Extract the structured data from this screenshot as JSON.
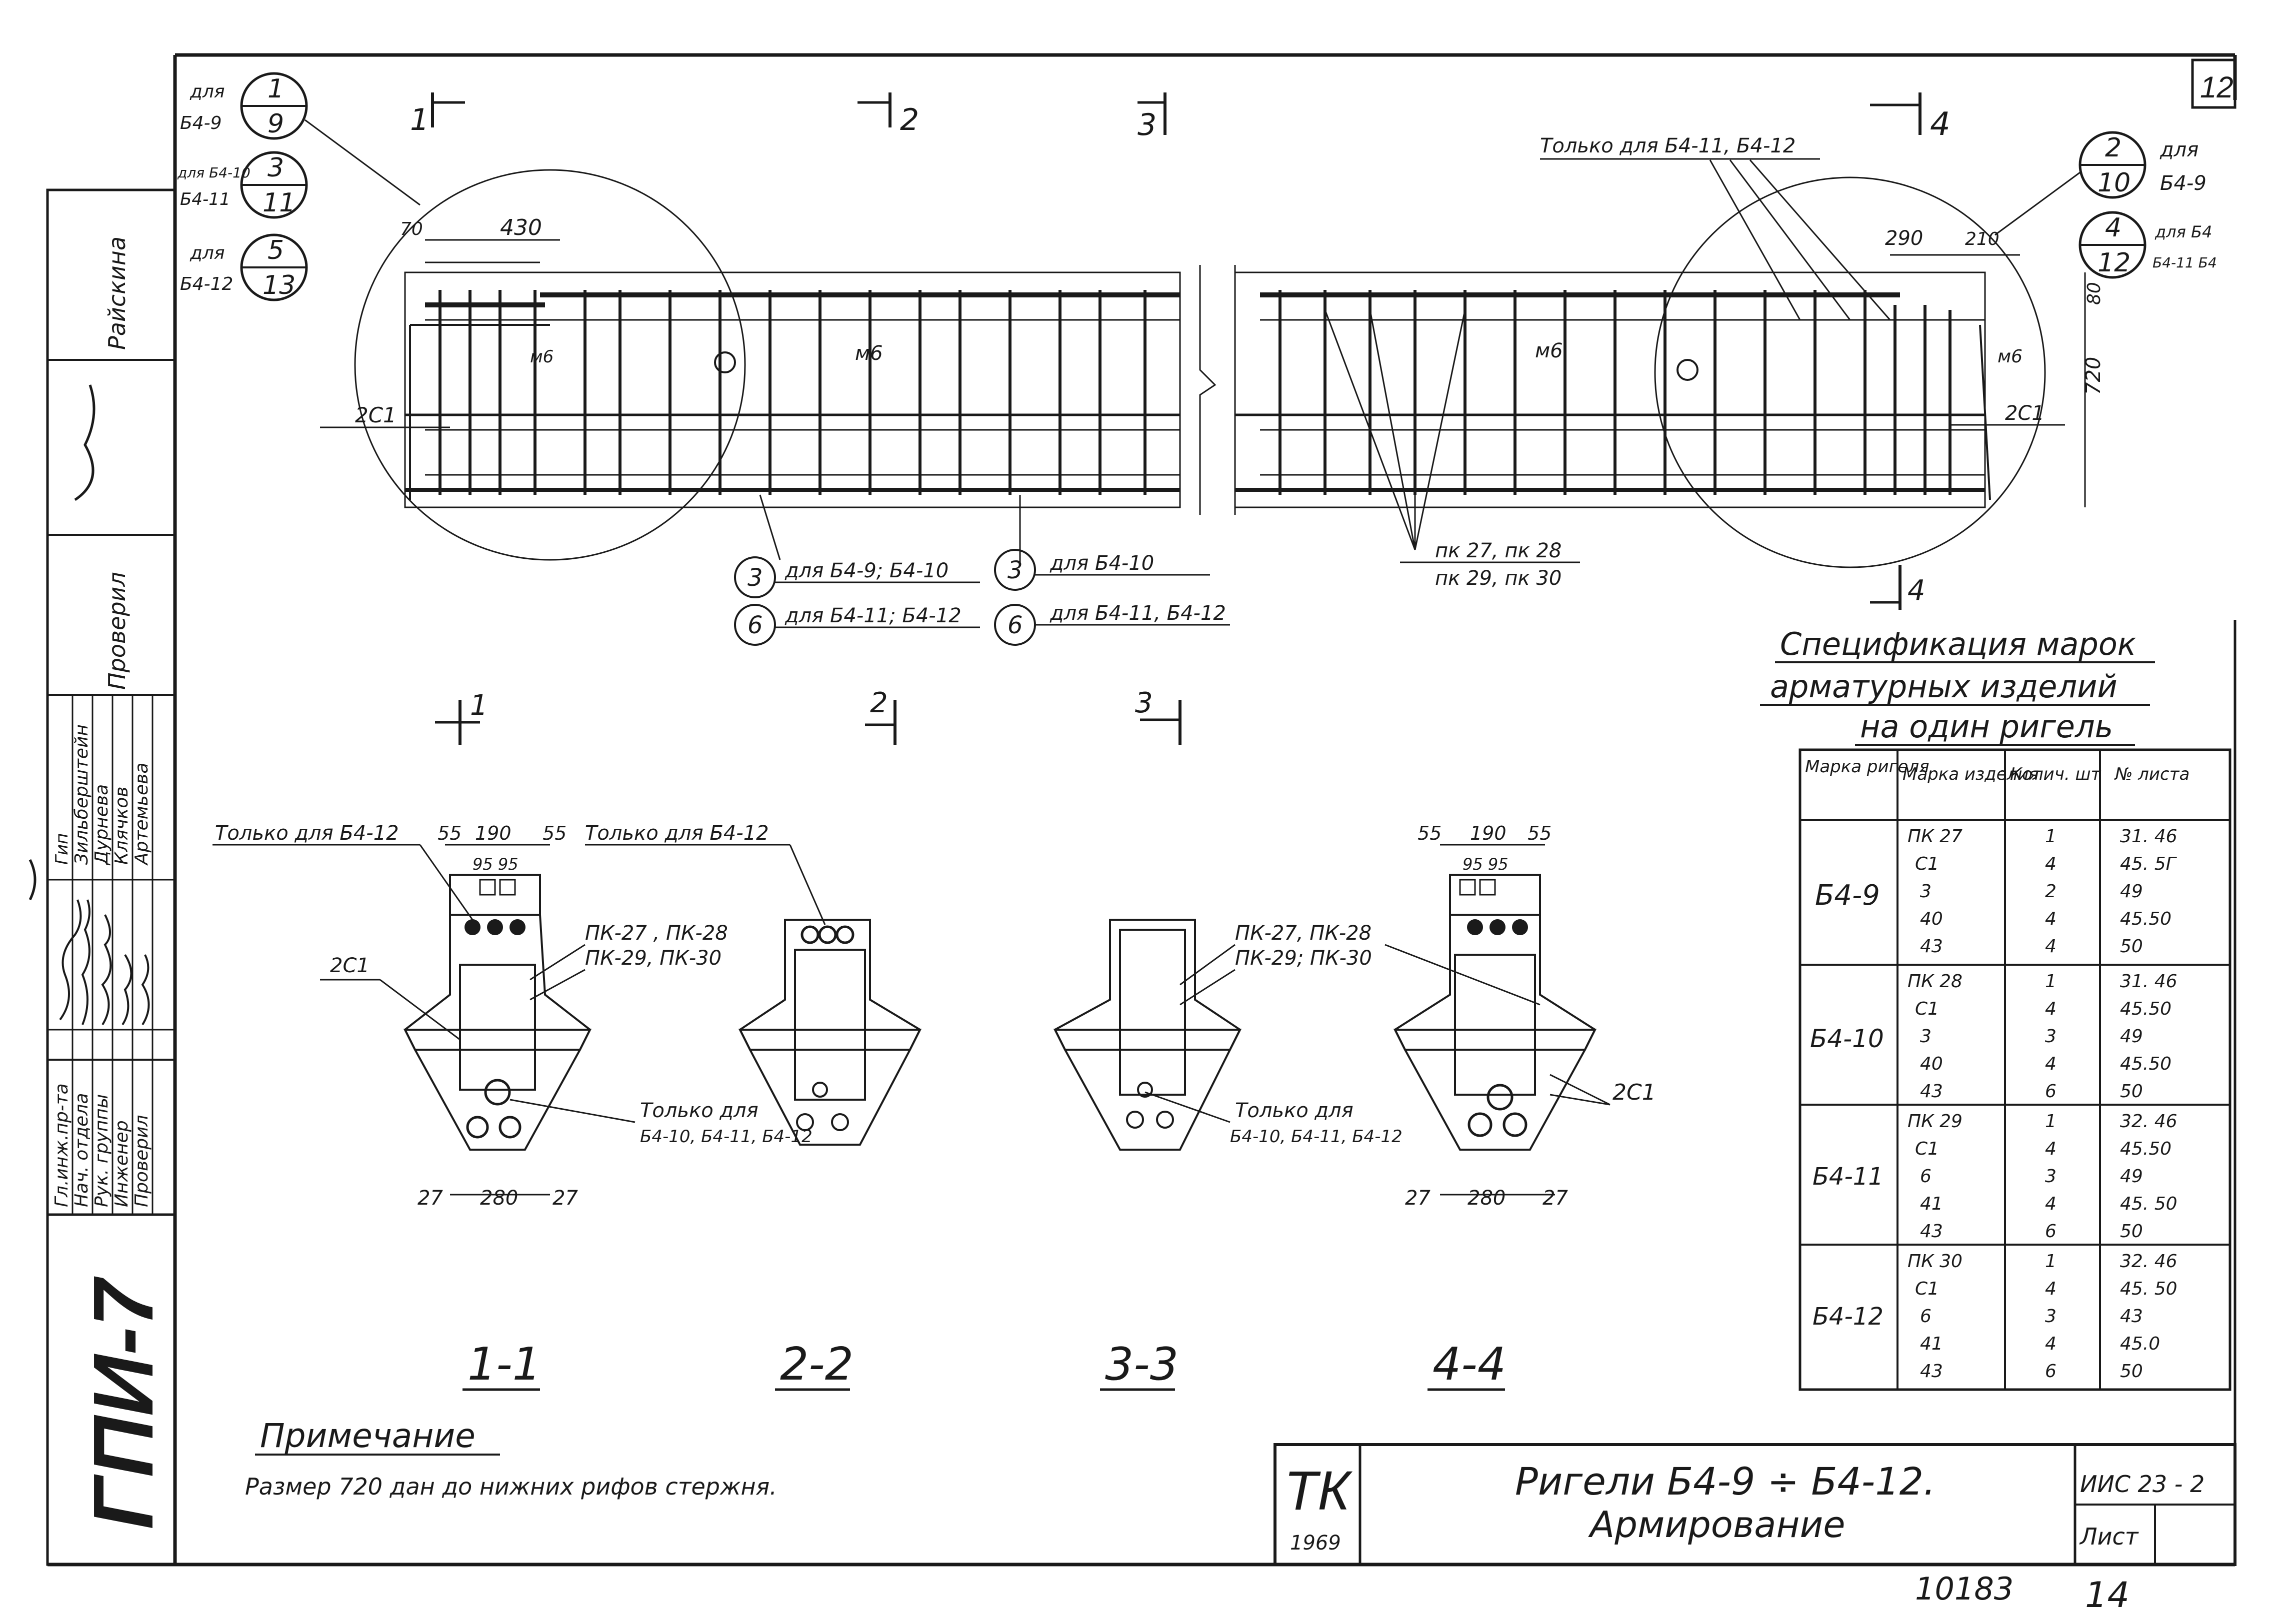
{
  "sheet_number_corner": "12",
  "stamp_vertical": {
    "code": "ГПИ-7",
    "rows": [
      {
        "role": "Гл.инж.пр-та",
        "name": "Зильберштейн"
      },
      {
        "role": "Нач. отдела",
        "name": "Дурнева"
      },
      {
        "role": "Рук. группы",
        "name": "Клячков"
      },
      {
        "role": "Инженер",
        "name": "Артемьева"
      },
      {
        "role": "Проверил",
        "name": ""
      }
    ],
    "checked_label": "Проверил",
    "extra_name": "Райскина",
    "gip_label": "Гип"
  },
  "callouts_left": [
    {
      "for": "для",
      "beam": "Б4-9",
      "top": "1",
      "bottom": "9"
    },
    {
      "for": "для Б4-10",
      "beam": "Б4-11",
      "top": "3",
      "bottom": "11"
    },
    {
      "for": "для",
      "beam": "Б4-12",
      "top": "5",
      "bottom": "13"
    }
  ],
  "callouts_right": [
    {
      "for": "для",
      "beam": "Б4-9",
      "top": "2",
      "bottom": "10"
    },
    {
      "for": "для Б4",
      "beam": "Б4-11 Б4",
      "top": "4",
      "bottom": "12"
    }
  ],
  "section_markers_top": [
    "1",
    "2",
    "3",
    "4"
  ],
  "elevation": {
    "dim_70": "70",
    "dim_430": "430",
    "dim_290": "290",
    "dim_210": "210",
    "dim_720": "720",
    "dim_80": "80",
    "label_m6_a": "м6",
    "label_m6_b": "м6",
    "label_m6_c": "м6",
    "label_m6_d": "м6",
    "label_2c1_left": "2С1",
    "label_2c1_right": "2С1",
    "only_for_right": "Только для Б4-11, Б4-12",
    "pk_labels_1": "пк 27, пк 28",
    "pk_labels_2": "пк 29, пк 30"
  },
  "bottom_callouts": [
    {
      "num": "3",
      "text": "для Б4-9; Б4-10"
    },
    {
      "num": "6",
      "text": "для Б4-11; Б4-12"
    },
    {
      "num": "3",
      "text": "для Б4-10"
    },
    {
      "num": "6",
      "text": "для Б4-11, Б4-12"
    }
  ],
  "section_1_1": {
    "title": "1-1",
    "only_for": "Только для Б4-12",
    "dims_top": [
      "55",
      "190",
      "55"
    ],
    "dims_inner": "95 95",
    "dims_bottom": [
      "27",
      "280",
      "27"
    ],
    "label_2c1": "2С1",
    "label_pk": "ПК-27 , ПК-28",
    "label_pk2": "ПК-29, ПК-30",
    "only_for_bottom_1": "Только для",
    "only_for_bottom_2": "Б4-10, Б4-11, Б4-12"
  },
  "section_2_2": {
    "title": "2-2",
    "only_for": "Только для Б4-12"
  },
  "section_3_3": {
    "title": "3-3",
    "label_pk": "ПК-27, ПК-28",
    "label_pk2": "ПК-29; ПК-30",
    "only_for_1": "Только для",
    "only_for_2": "Б4-10, Б4-11, Б4-12"
  },
  "section_4_4": {
    "title": "4-4",
    "dims_top": [
      "55",
      "190",
      "55"
    ],
    "dims_inner": "95 95",
    "dims_bottom": [
      "27",
      "280",
      "27"
    ],
    "label_2c1": "2С1"
  },
  "spec": {
    "title_1": "Спецификация марок",
    "title_2": "арматурных изделий",
    "title_3": "на один ригель",
    "headers": [
      "Марка ригеля",
      "Марка изделия",
      "Колич. шт",
      "№ листа"
    ],
    "groups": [
      {
        "beam": "Б4-9",
        "rows": [
          [
            "ПК 27",
            "1",
            "31. 46"
          ],
          [
            "С1",
            "4",
            "45. 5Г"
          ],
          [
            "3",
            "2",
            "49"
          ],
          [
            "40",
            "4",
            "45.50"
          ],
          [
            "43",
            "4",
            "50"
          ]
        ]
      },
      {
        "beam": "Б4-10",
        "rows": [
          [
            "ПК 28",
            "1",
            "31. 46"
          ],
          [
            "С1",
            "4",
            "45.50"
          ],
          [
            "3",
            "3",
            "49"
          ],
          [
            "40",
            "4",
            "45.50"
          ],
          [
            "43",
            "6",
            "50"
          ]
        ]
      },
      {
        "beam": "Б4-11",
        "rows": [
          [
            "ПК 29",
            "1",
            "32. 46"
          ],
          [
            "С1",
            "4",
            "45.50"
          ],
          [
            "6",
            "3",
            "49"
          ],
          [
            "41",
            "4",
            "45. 50"
          ],
          [
            "43",
            "6",
            "50"
          ]
        ]
      },
      {
        "beam": "Б4-12",
        "rows": [
          [
            "ПК 30",
            "1",
            "32. 46"
          ],
          [
            "С1",
            "4",
            "45. 50"
          ],
          [
            "6",
            "3",
            "43"
          ],
          [
            "41",
            "4",
            "45.0"
          ],
          [
            "43",
            "6",
            "50"
          ]
        ]
      }
    ]
  },
  "note": {
    "heading": "Примечание",
    "text": "Размер 720 дан до нижних рифов стержня."
  },
  "title_block": {
    "logo": "ТК",
    "year": "1969",
    "title_1": "Ригели Б4-9 ÷ Б4-12.",
    "title_2": "Армирование",
    "series": "ИИС 23 - 2",
    "sheet_label": "Лист",
    "sheet_no": "14"
  },
  "inventory_no": "10183"
}
